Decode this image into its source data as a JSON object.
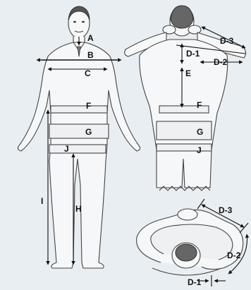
{
  "front_figure": {
    "labels": {
      "a": "A",
      "b": "B",
      "c": "C",
      "f": "F",
      "g": "G",
      "j": "J",
      "h": "H",
      "i": "I"
    }
  },
  "back_figure": {
    "labels": {
      "d3": "D-3",
      "d1": "D-1",
      "d2": "D-2",
      "e": "E",
      "f": "F",
      "g": "G",
      "j": "J"
    }
  },
  "top_figure": {
    "labels": {
      "d3": "D-3",
      "d2": "D-2",
      "d1": "D-1"
    }
  }
}
